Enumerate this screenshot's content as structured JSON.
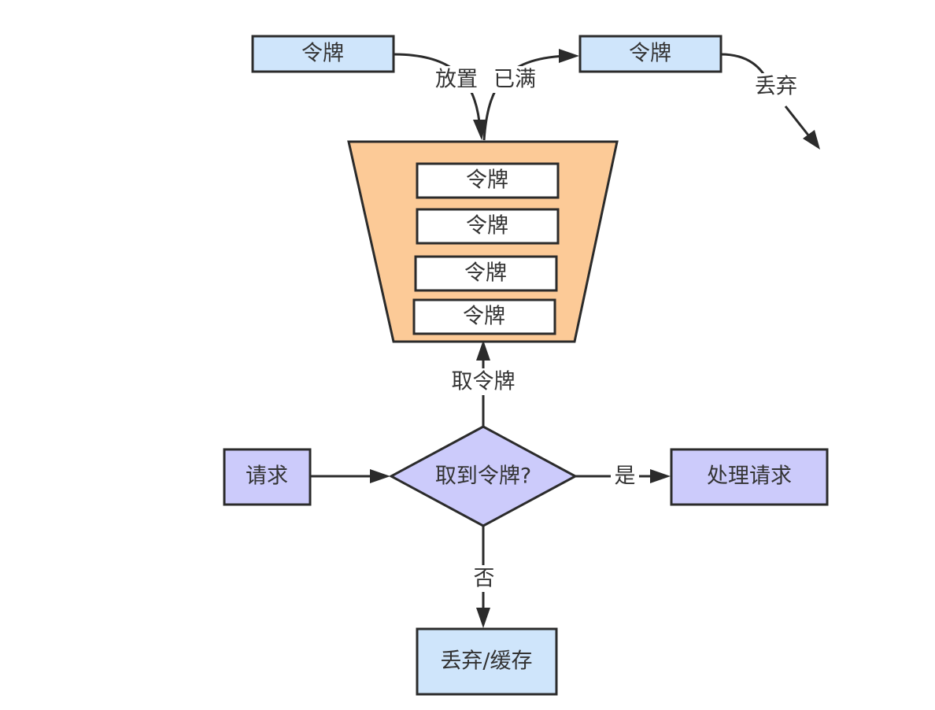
{
  "nodes": {
    "token_in": "令牌",
    "token_out": "令牌",
    "bucket_tokens": [
      "令牌",
      "令牌",
      "令牌",
      "令牌"
    ],
    "request": "请求",
    "decision": "取到令牌?",
    "process": "处理请求",
    "discard_cache": "丢弃/缓存"
  },
  "edges": {
    "place": "放置",
    "full": "已满",
    "discard": "丢弃",
    "take_token": "取令牌",
    "yes": "是",
    "no": "否"
  },
  "colors": {
    "token_fill": "#cfe5fb",
    "bucket_fill": "#fcca97",
    "bucket_token_fill": "#ffffff",
    "flow_fill": "#cccbfb",
    "stroke": "#2b2b2b",
    "text": "#333333"
  }
}
